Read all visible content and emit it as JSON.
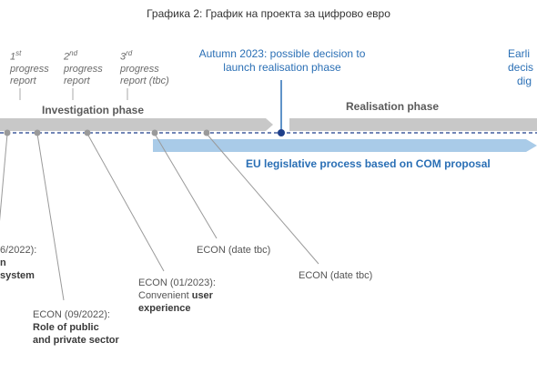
{
  "caption": "Графика 2: График на проекта за цифрово евро",
  "reports": [
    {
      "ord": "1",
      "sup": "st",
      "line1": "progress",
      "line2": "report"
    },
    {
      "ord": "2",
      "sup": "nd",
      "line1": "progress",
      "line2": "report"
    },
    {
      "ord": "3",
      "sup": "rd",
      "line1": "progress",
      "line2": "report (tbc)"
    }
  ],
  "autumn": {
    "line1": "Autumn  2023: possible decision to",
    "line2": "launch realisation phase"
  },
  "right_cut": {
    "line1": "Earli",
    "line2": "decis",
    "line3": "dig"
  },
  "phases": {
    "investigation": "Investigation phase",
    "realisation": "Realisation phase"
  },
  "legislative": "EU legislative process based on COM proposal",
  "econ": {
    "e1": {
      "line1": "6/2022):",
      "line2": "n",
      "line3": "system"
    },
    "e2": {
      "line1": "ECON (09/2022):",
      "line2": "Role of public",
      "line3": "and private sector"
    },
    "e3": {
      "line1": "ECON (01/2023):",
      "line2a": "Convenient",
      "line2b": "user",
      "line3": "experience"
    },
    "e4": {
      "line1": "ECON (date tbc)"
    },
    "e5": {
      "line1": "ECON (date tbc)"
    }
  },
  "colors": {
    "blue": "#2a6fb5",
    "navy": "#1f3f8a",
    "gray_arrow": "#c8c8c8",
    "light_blue_arrow": "#a9cbe8"
  }
}
